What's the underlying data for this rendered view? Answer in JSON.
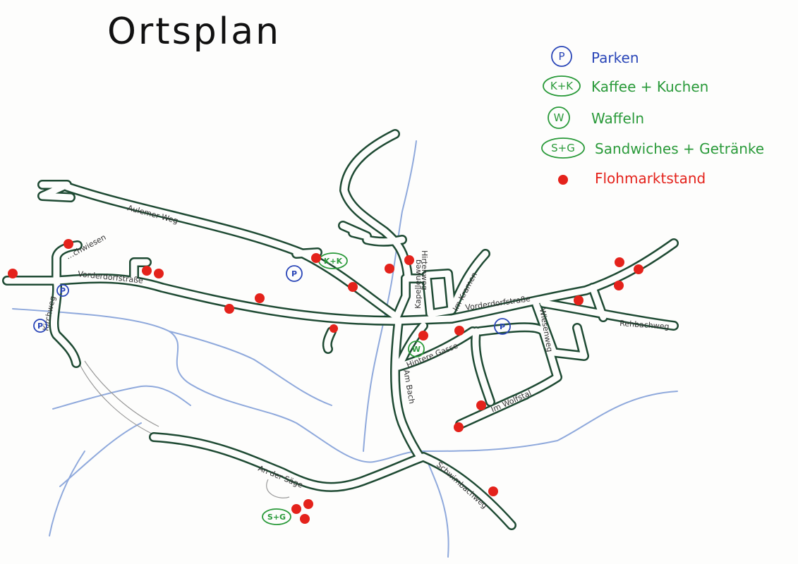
{
  "title": "Ortsplan",
  "colors": {
    "road": "#1e4a33",
    "river": "#8fa9dc",
    "parking": "#2a46b8",
    "food": "#2a9a3a",
    "stall": "#e4221b"
  },
  "legend": [
    {
      "symbol": "P",
      "label": "Parken",
      "color": "#2a46b8"
    },
    {
      "symbol": "K+K",
      "label": "Kaffee + Kuchen",
      "color": "#2a9a3a"
    },
    {
      "symbol": "W",
      "label": "Waffeln",
      "color": "#2a9a3a"
    },
    {
      "symbol": "S+G",
      "label": "Sandwiches + Getränke",
      "color": "#2a9a3a"
    },
    {
      "symbol": "",
      "label": "Flohmarktstand",
      "color": "#e4221b"
    }
  ],
  "streets": {
    "aulemer_weg": "Aulemer Weg",
    "wiesen": "…chwiesen",
    "vorderdorfstrasse_west": "Vorderdorfstraße",
    "kirchweg": "Kirchweg",
    "vorderdorfstrasse_east": "Vorderdorfstraße",
    "rehbachweg": "Rehbachweg",
    "hintere_gasse": "Hintere Gasse",
    "im_wolfstal": "Im Wolfstal",
    "schwimbachweg": "Schwimbachweg",
    "an_der_saege": "An der Säge",
    "vorm_kramen": "Im Kramen",
    "kapellenweg": "Kapellenweg",
    "wiesenweg": "Wiesenweg",
    "hirtenweg": "Hirtenweg",
    "am_bach": "Am Bach"
  },
  "markers": {
    "parking_symbol": "P",
    "kk_symbol": "K+K",
    "w_symbol": "W",
    "sg_symbol": "S+G"
  }
}
